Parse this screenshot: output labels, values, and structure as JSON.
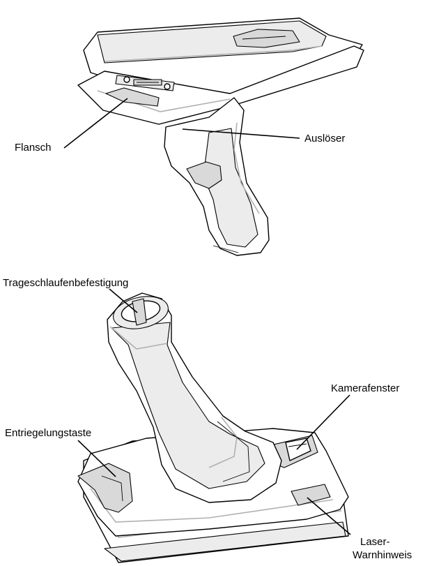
{
  "labels": {
    "flansch": "Flansch",
    "ausloeser": "Auslöser",
    "trageschlaufenbefestigung": "Trageschlaufenbefestigung",
    "kamerafenster": "Kamerafenster",
    "entriegelungstaste": "Entriegelungstaste",
    "laser_line1": "Laser-",
    "laser_line2": "Warnhinweis"
  }
}
